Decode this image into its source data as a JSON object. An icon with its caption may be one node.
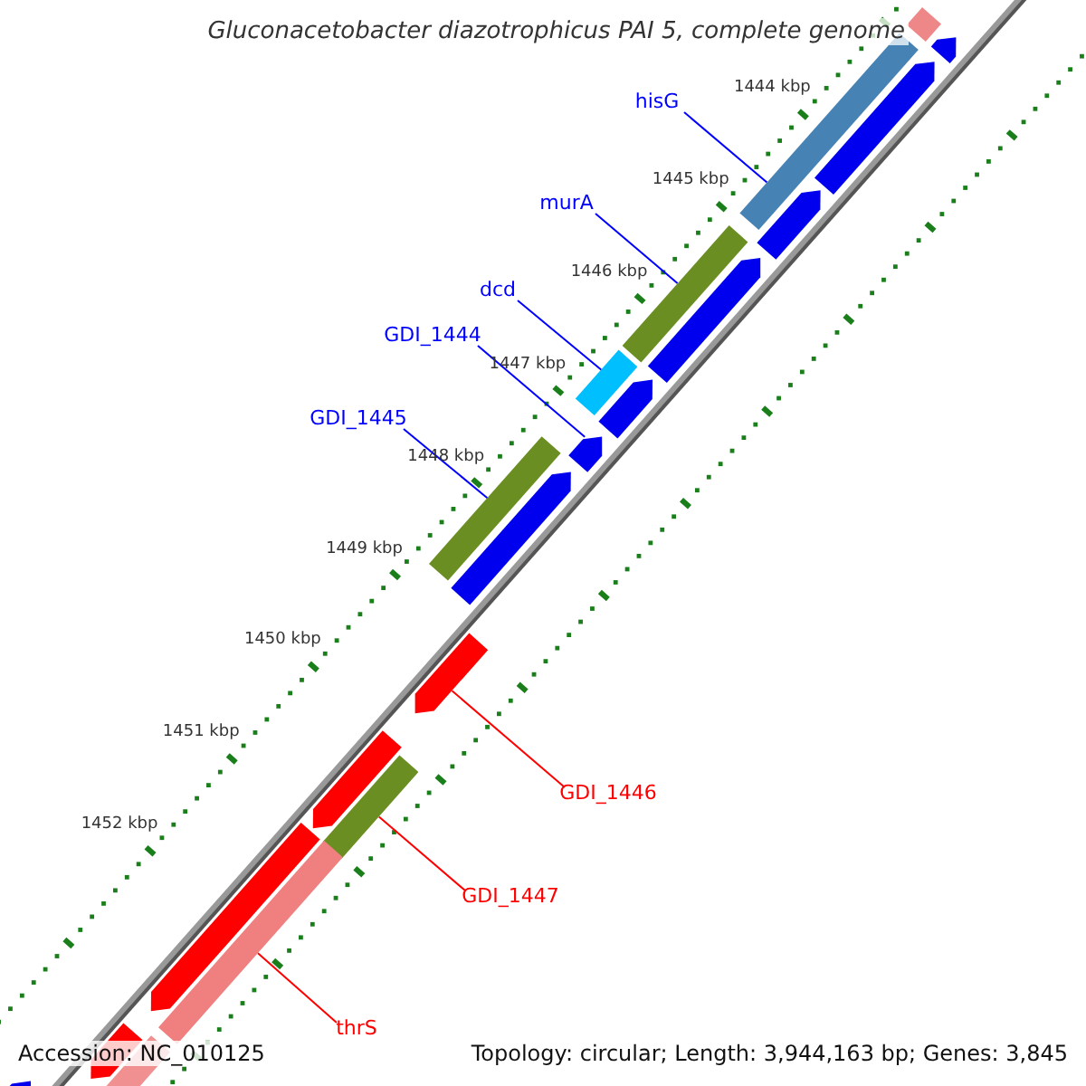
{
  "diagram": {
    "title": "Gluconacetobacter diazotrophicus PAI 5, complete genome",
    "nodes": [
      {
        "text": [
          "hisG"
        ]
      },
      {
        "text": [
          "murA"
        ]
      },
      {
        "text": [
          "dcd"
        ]
      },
      {
        "text": [
          "GDI_1444"
        ]
      },
      {
        "text": [
          "GDI_1445"
        ]
      },
      {
        "text": [
          "GDI_1446"
        ]
      },
      {
        "text": [
          "GDI_1447"
        ]
      },
      {
        "text": [
          "thrS"
        ]
      },
      {
        "text": [],
        "shape": "bar"
      },
      {
        "text": [],
        "shape": "bar"
      },
      {
        "text": [],
        "shape": "bar"
      },
      {
        "text": [],
        "shape": "arrow"
      },
      {
        "text": [],
        "shape": "bar"
      },
      {
        "text": [],
        "shape": "arrow"
      },
      {
        "text": [],
        "shape": "bar"
      },
      {
        "text": [],
        "shape": "bar"
      },
      {
        "text": [],
        "shape": "bar"
      },
      {
        "text": [],
        "shape": "arrow"
      },
      {
        "text": [],
        "shape": "arrow"
      },
      {
        "text": [],
        "shape": "arrow"
      },
      {
        "text": [],
        "shape": "arrow"
      },
      {
        "text": [],
        "shape": "arrow"
      },
      {
        "text": [],
        "shape": "arrow"
      },
      {
        "text": [],
        "shape": "arrow"
      },
      {
        "text": [],
        "shape": "arrow"
      },
      {
        "text": [],
        "shape": "arrow"
      },
      {
        "text": [],
        "shape": "bar"
      },
      {
        "text": [],
        "shape": "arrow"
      }
    ],
    "edges": [
      {
        "from": 0,
        "to": 8,
        "arrow": "none"
      },
      {
        "from": 1,
        "to": 9,
        "arrow": "none"
      },
      {
        "from": 2,
        "to": 10,
        "arrow": "none"
      },
      {
        "from": 3,
        "to": 11,
        "arrow": "none"
      },
      {
        "from": 4,
        "to": 12,
        "arrow": "none"
      },
      {
        "from": 5,
        "to": 13,
        "arrow": "none",
        "color": "#ff0000"
      },
      {
        "from": 6,
        "to": 14,
        "arrow": "none",
        "color": "#ff0000"
      },
      {
        "from": 7,
        "to": 15,
        "arrow": "none",
        "color": "#ff0000"
      }
    ],
    "labels": [
      "1444 kbp",
      "1445 kbp",
      "1446 kbp",
      "1447 kbp",
      "1448 kbp",
      "1449 kbp",
      "1450 kbp",
      "1451 kbp",
      "1452 kbp",
      "Accession: NC_010125",
      "Topology: circular; Length: 3,944,163 bp; Genes: 3,845"
    ]
  }
}
